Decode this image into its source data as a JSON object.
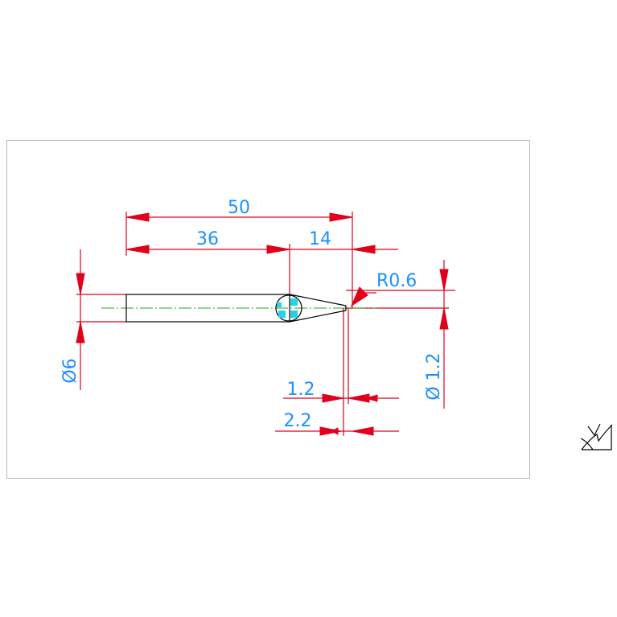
{
  "colors": {
    "dimension": "#e0001b",
    "text": "#1e90ff",
    "centerline": "#22aa22",
    "outline": "#000000",
    "cyan": "#22d3e6",
    "frame": "#b8b8b8"
  },
  "dimensions": {
    "overall_length": "50",
    "shank_length": "36",
    "tip_length": "14",
    "tip_radius": "R0.6",
    "shank_diameter": "Ø6",
    "tip_diameter": "Ø 1.2",
    "offset_small": "1.2",
    "offset_large": "2.2"
  },
  "icons": {
    "ucs": "ucs-icon"
  }
}
